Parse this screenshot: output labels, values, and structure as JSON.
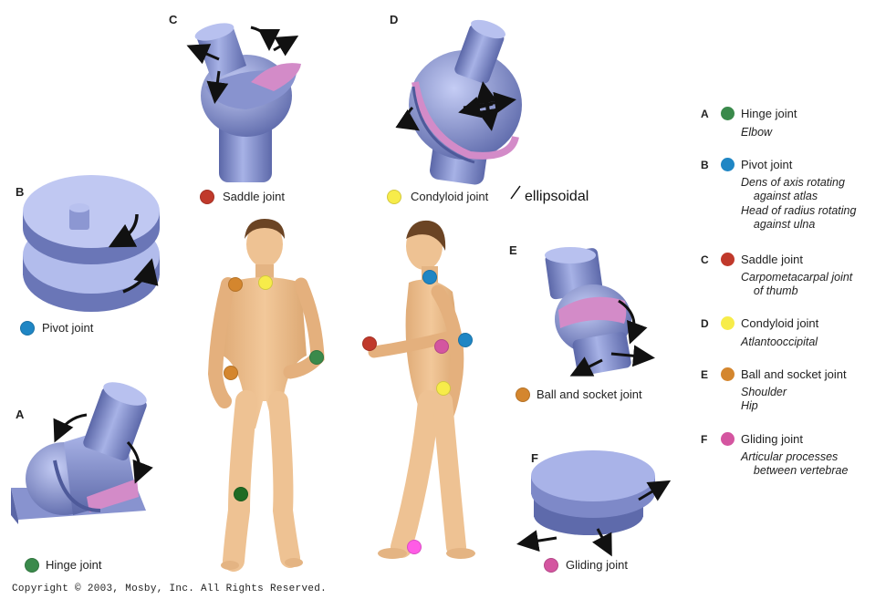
{
  "colors": {
    "hinge": "#3a8a4b",
    "pivot": "#1f86c4",
    "saddle": "#c0392b",
    "condyloid": "#f7ec4a",
    "ball": "#d4862e",
    "gliding": "#d455a0",
    "bone": "#8e9bd6",
    "cartilage": "#d38bc8",
    "skin": "#eec293",
    "hair": "#6b4424"
  },
  "panels": {
    "A": {
      "letter": "A",
      "label": "Hinge joint"
    },
    "B": {
      "letter": "B",
      "label": "Pivot joint"
    },
    "C": {
      "letter": "C",
      "label": "Saddle joint"
    },
    "D": {
      "letter": "D",
      "label": "Condyloid joint",
      "annotation": "ellipsoidal"
    },
    "E": {
      "letter": "E",
      "label": "Ball and socket joint"
    },
    "F": {
      "letter": "F",
      "label": "Gliding joint"
    }
  },
  "legend": [
    {
      "letter": "A",
      "color": "#3a8a4b",
      "title": "Hinge joint",
      "examples": [
        "Elbow"
      ]
    },
    {
      "letter": "B",
      "color": "#1f86c4",
      "title": "Pivot joint",
      "examples": [
        "Dens of axis rotating",
        "    against atlas",
        "Head of radius rotating",
        "    against ulna"
      ]
    },
    {
      "letter": "C",
      "color": "#c0392b",
      "title": "Saddle joint",
      "examples": [
        "Carpometacarpal joint",
        "    of thumb"
      ]
    },
    {
      "letter": "D",
      "color": "#f7ec4a",
      "title": "Condyloid joint",
      "examples": [
        "Atlantooccipital"
      ]
    },
    {
      "letter": "E",
      "color": "#d4862e",
      "title": "Ball and socket joint",
      "examples": [
        "Shoulder",
        "Hip"
      ]
    },
    {
      "letter": "F",
      "color": "#d455a0",
      "title": "Gliding joint",
      "examples": [
        "Articular processes",
        "    between vertebrae"
      ]
    }
  ],
  "copyright": "Copyright © 2003, Mosby, Inc. All Rights Reserved."
}
